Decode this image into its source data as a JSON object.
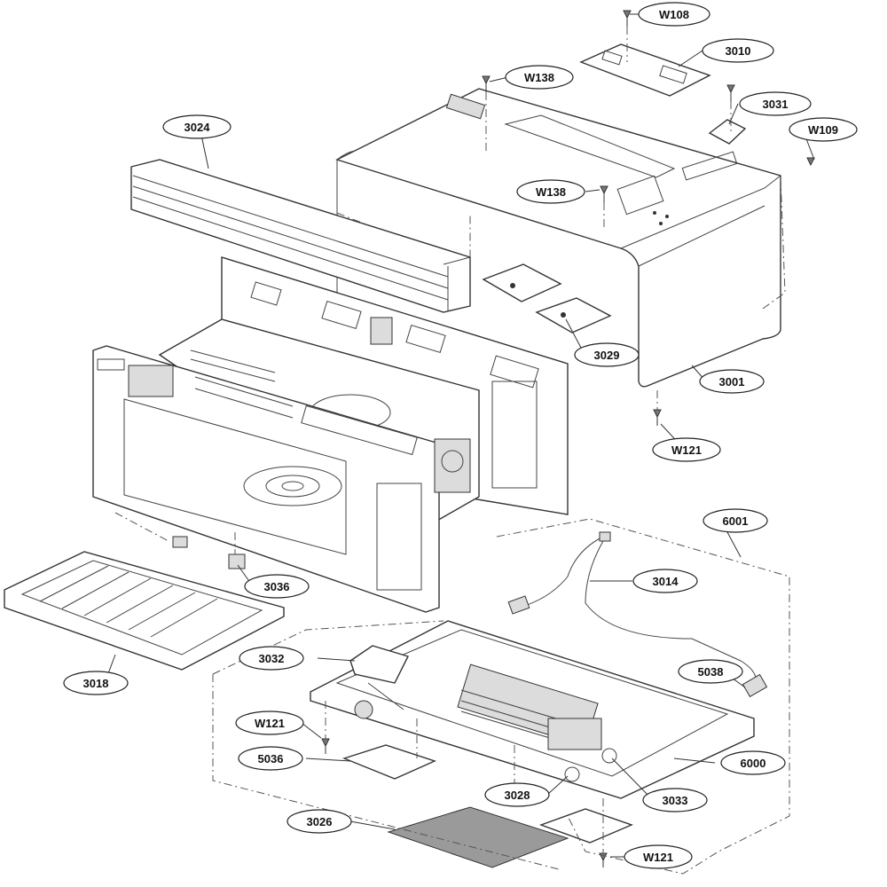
{
  "callouts": {
    "w108": "W108",
    "p3010": "3010",
    "w138_top": "W138",
    "p3031": "3031",
    "w109": "W109",
    "p3024": "3024",
    "w138_mid": "W138",
    "p3029": "3029",
    "p3001": "3001",
    "w121_right": "W121",
    "p6001": "6001",
    "p3014": "3014",
    "p3036": "3036",
    "p3032": "3032",
    "p5038": "5038",
    "p3018": "3018",
    "w121_left": "W121",
    "p5036": "5036",
    "p6000": "6000",
    "p3028": "3028",
    "p3033": "3033",
    "p3026": "3026",
    "w121_bottom": "W121"
  }
}
